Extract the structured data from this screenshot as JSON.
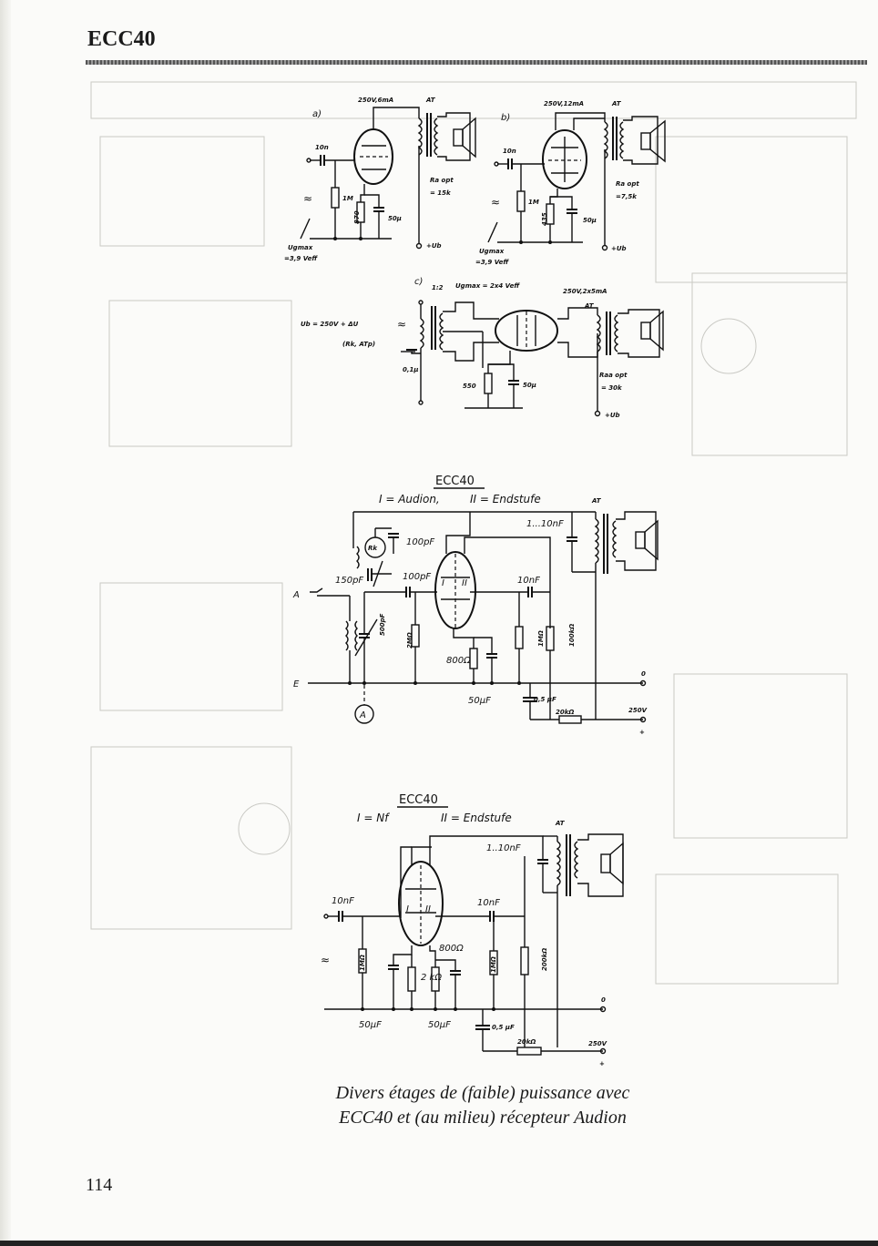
{
  "header": {
    "title": "ECC40"
  },
  "page_number": "114",
  "caption": {
    "line1": "Divers étages de (faible) puissance avec",
    "line2": "ECC40 et (au milieu) récepteur Audion"
  },
  "diagram_a": {
    "tag": "a)",
    "operating_point": "250V,6mA",
    "transformer": "AT",
    "coupling_cap": "10n",
    "grid_resistor": "1M",
    "cathode_resistor": "870",
    "cathode_cap": "50µ",
    "load_name": "Ra opt",
    "load_value": "= 15k",
    "supply": "+Ub",
    "input_symbol": "≈",
    "input_level_line1": "Ugmax",
    "input_level_line2": "=3,9 Veff"
  },
  "diagram_b": {
    "tag": "b)",
    "operating_point": "250V,12mA",
    "transformer": "AT",
    "coupling_cap": "10n",
    "grid_resistor": "1M",
    "cathode_resistor": "435",
    "cathode_cap": "50µ",
    "load_name": "Ra opt",
    "load_value": "=7,5k",
    "supply": "+Ub",
    "input_symbol": "≈",
    "input_level_line1": "Ugmax",
    "input_level_line2": "=3,9 Veff"
  },
  "diagram_c": {
    "tag": "c)",
    "ratio": "1:2",
    "input_level": "Ugmax = 2x4 Veff",
    "operating_point": "250V,2x5mA",
    "transformer": "AT",
    "supply_note_line1": "Ub = 250V + ΔU",
    "supply_note_line2": "(Rk, ATp)",
    "input_symbol": "≈",
    "bypass_cap": "0,1µ",
    "cathode_resistor": "550",
    "cathode_cap": "50µ",
    "load_name": "Raa opt",
    "load_value": "= 30k",
    "supply": "+Ub"
  },
  "diagram_audion": {
    "title": "ECC40",
    "subtitle_left": "I = Audion,",
    "subtitle_right": "II = Endstufe",
    "transformer": "AT",
    "cap_range": "1...10nF",
    "rk_label": "Rk",
    "cap_100pf_top": "100pF",
    "cap_100pf": "100pF",
    "cap_150pf": "150pF",
    "cap_500pf": "500pF",
    "system_1": "I",
    "system_2": "II",
    "cap_10nf": "10nF",
    "antenna": "A",
    "earth": "E",
    "grid_leak": "2MΩ",
    "cathode_resistor": "800Ω",
    "grid_resistor": "1MΩ",
    "plate_resistor": "100kΩ",
    "cathode_cap": "50µF",
    "filter_cap": "0,5 µF",
    "filter_resistor": "20kΩ",
    "ground_value": "0",
    "supply_value": "250V",
    "plus": "+",
    "meter": "A"
  },
  "diagram_nf": {
    "title": "ECC40",
    "subtitle_left": "I = Nf",
    "subtitle_right": "II = Endstufe",
    "transformer": "AT",
    "cap_range": "1..10nF",
    "input_cap": "10nF",
    "coupling_cap": "10nF",
    "system_1": "I",
    "system_2": "II",
    "input_symbol": "≈",
    "grid_resistor_in": "1MΩ",
    "cathode_resistor_1": "2 kΩ",
    "cathode_resistor_2": "800Ω",
    "grid_resistor": "1MΩ",
    "plate_resistor": "200kΩ",
    "cathode_cap_1": "50µF",
    "cathode_cap_2": "50µF",
    "filter_cap": "0,5 µF",
    "filter_resistor": "20kΩ",
    "ground_value": "0",
    "supply_value": "250V",
    "plus": "+"
  }
}
